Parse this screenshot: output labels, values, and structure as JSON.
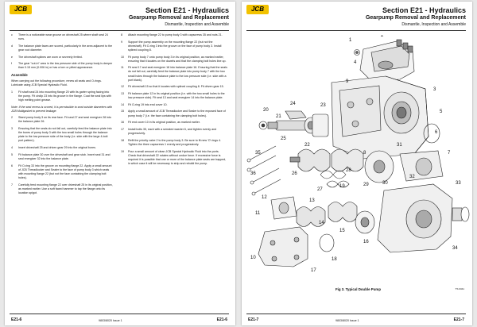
{
  "brand": "JCB",
  "left_page": {
    "col1": {
      "items": [
        {
          "n": "c",
          "t": "There is a noticeable wear groove on driveshaft 25 where shaft seal 24 runs."
        },
        {
          "n": "d",
          "t": "The balance plate faces are scored, particularly in the area adjacent to the gear root diameter."
        },
        {
          "n": "e",
          "t": "The driveshaft splines are worn or severely fretted."
        },
        {
          "n": "f",
          "t": "The gear \"cut-in\" area in the low pressure side of the pump body is deeper than 0.15 mm (0.006 in) or has a torn or pitted appearance."
        }
      ],
      "assembly_heading": "Assemble",
      "assembly_intro": "When carrying out the following procedure, renew all seals and O-rings. Lubricate using JCB Special Hydraulic Fluid.",
      "steps": [
        {
          "n": "1",
          "t": "Fit shaft seal 24 into mounting flange 20 with its garter spring facing into the pump. Fit circlip 23 into its groove in the flange. Coat the seal lips with high melting point grease."
        },
        {
          "n": "",
          "t": "Note: If the seal recess is scored, it is permissible to seal outside diameters with JCB Multigasket to prevent leakage."
        },
        {
          "n": "2",
          "t": "Stand pump body 3 on its rear face. Fit seal 27 and seal energizer 28 into the balance plate 26."
        },
        {
          "n": "3",
          "t": "Ensuring that the seals do not fall out, carefully feed the balance plate into the bores of pump body 3 with the two small holes through the balance plate to the low pressure side of the body (i.e. side with the large 4-bolt port pattern)."
        },
        {
          "n": "4",
          "t": "Insert driveshaft 25 and driven gear 29 into the original bores."
        },
        {
          "n": "5",
          "t": "Fit balance plate 30 over the driveshaft and gear stub. Insert seal 31 and seal energizer 32 into the balance plate."
        },
        {
          "n": "6",
          "t": "Fit O-ring 33 into the groove on mounting flange 22. Apply a small amount of JCB Threadlocker and Sealer to the face of pump body 3 which seals with mounting flange 22 (but not the face containing the clamping bolt holes)."
        },
        {
          "n": "7",
          "t": "Carefully feed mounting flange 22 over driveshaft 25 in its original position, as marked earlier. Use a soft faced hammer to tap the flange onto its location spigot."
        }
      ]
    },
    "col2": {
      "steps": [
        {
          "n": "8",
          "t": "Attach mounting flange 22 to pump body 3 with capscrews 35 and nuts 21."
        },
        {
          "n": "9",
          "t": "Support the pump assembly on the mounting flange 22 (but not the driveshaft). Fit O-ring 3 into the groove on the face of pump body 3. Install splined coupling 8."
        },
        {
          "n": "10",
          "t": "Fit pump body 7 onto pump body 3 in its original position, as marked earlier, ensuring that it locates on the dowels and that the clamping bolt holes line up."
        },
        {
          "n": "11",
          "t": "Fit seal 17 and seal energizer 18 into balance plate 16. Ensuring that the seals do not fall out, carefully feed the balance plate into pump body 7 with the two small holes through the balance plate to the low pressure side (i.e. side with a port blank)."
        },
        {
          "n": "12",
          "t": "Fit driveshaft 15 so that it locates with splined coupling 8. Fit driven gear 15."
        },
        {
          "n": "13",
          "t": "Fit balance plate 12 in its original position (i.e. with the two small holes to the low pressure side). Fit seal 13 and seal energizer 14 into the balance plate."
        },
        {
          "n": "14",
          "t": "Fit O-ring 19 into end cover 10."
        },
        {
          "n": "15",
          "t": "Apply a small amount of JCB Threadlocker and Sealer to the exposed face of pump body 7 (i.e. the face containing the clamping bolt holes)."
        },
        {
          "n": "16",
          "t": "Fit end cover 10 in its original position, as marked earlier."
        },
        {
          "n": "17",
          "t": "Install bolts 35, each with a serrated washer 6, and tighten evenly and progressively."
        },
        {
          "n": "18",
          "t": "Refit the priority valve 2 to the pump body 3. Be sure to fit new 'O' rings 4. Tighten the three capscrews 1 evenly and progressively."
        },
        {
          "n": "19",
          "t": "Pour a small amount of clean JCB Special Hydraulic Fluid into the ports. Check that driveshaft 22 rotates without undue force. If excessive force is required it is possible that one or more of the balance plate seals are trapped, in which case it will be necessary to strip and rebuild the pump."
        }
      ]
    },
    "footer_left": "E21-6",
    "footer_mid": "9803/8020    Issue 1",
    "footer_right": "E21-6"
  },
  "right_page": {
    "diagram_labels": [
      "1",
      "2",
      "3",
      "4",
      "5",
      "6",
      "7",
      "8",
      "9",
      "10",
      "11",
      "12",
      "13",
      "14",
      "15",
      "16",
      "17",
      "18",
      "19",
      "20",
      "21",
      "22",
      "23",
      "24",
      "25",
      "26",
      "27",
      "28",
      "29",
      "30",
      "31",
      "32",
      "33",
      "34",
      "35",
      "36"
    ],
    "caption": "Fig 3. Typical Double Pump",
    "ref_code": "TS 0341",
    "footer_left": "E21-7",
    "footer_mid": "9803/8020    Issue 1",
    "footer_right": "E21-7"
  },
  "header": {
    "section": "Section E21 - Hydraulics",
    "title": "Gearpump Removal and Replacement",
    "subtitle": "Dismantle, Inspection and Assemble"
  },
  "colors": {
    "logo_yellow": "#f2c200",
    "rule": "#333333"
  }
}
